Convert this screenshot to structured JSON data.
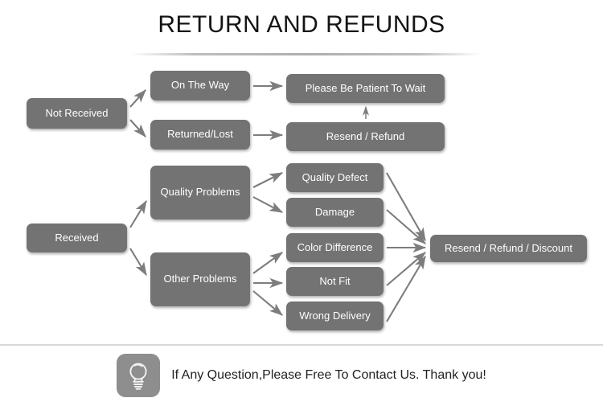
{
  "page": {
    "title": "RETURN AND REFUNDS",
    "background_color": "#ffffff",
    "node_color": "#737373",
    "node_text_color": "#ffffff",
    "arrow_color": "#7d7d7d"
  },
  "flow": {
    "nodes": {
      "not_received": "Not Received",
      "received": "Received",
      "on_the_way": "On The Way",
      "returned_lost": "Returned/Lost",
      "quality_problems": "Quality Problems",
      "other_problems": "Other Problems",
      "please_wait": "Please Be Patient To Wait",
      "resend_refund": "Resend / Refund",
      "quality_defect": "Quality Defect",
      "damage": "Damage",
      "color_difference": "Color Difference",
      "not_fit": "Not Fit",
      "wrong_delivery": "Wrong Delivery",
      "final": "Resend / Refund / Discount"
    },
    "edges": [
      {
        "from": "not_received",
        "to": "on_the_way"
      },
      {
        "from": "not_received",
        "to": "returned_lost"
      },
      {
        "from": "on_the_way",
        "to": "please_wait"
      },
      {
        "from": "returned_lost",
        "to": "resend_refund"
      },
      {
        "from": "resend_refund",
        "to": "please_wait"
      },
      {
        "from": "received",
        "to": "quality_problems"
      },
      {
        "from": "received",
        "to": "other_problems"
      },
      {
        "from": "quality_problems",
        "to": "quality_defect"
      },
      {
        "from": "quality_problems",
        "to": "damage"
      },
      {
        "from": "other_problems",
        "to": "color_difference"
      },
      {
        "from": "other_problems",
        "to": "not_fit"
      },
      {
        "from": "other_problems",
        "to": "wrong_delivery"
      },
      {
        "from": "quality_defect",
        "to": "final"
      },
      {
        "from": "damage",
        "to": "final"
      },
      {
        "from": "color_difference",
        "to": "final"
      },
      {
        "from": "not_fit",
        "to": "final"
      },
      {
        "from": "wrong_delivery",
        "to": "final"
      }
    ]
  },
  "footer": {
    "icon": "lightbulb-icon",
    "message": "If Any Question,Please Free To Contact Us. Thank you!"
  }
}
